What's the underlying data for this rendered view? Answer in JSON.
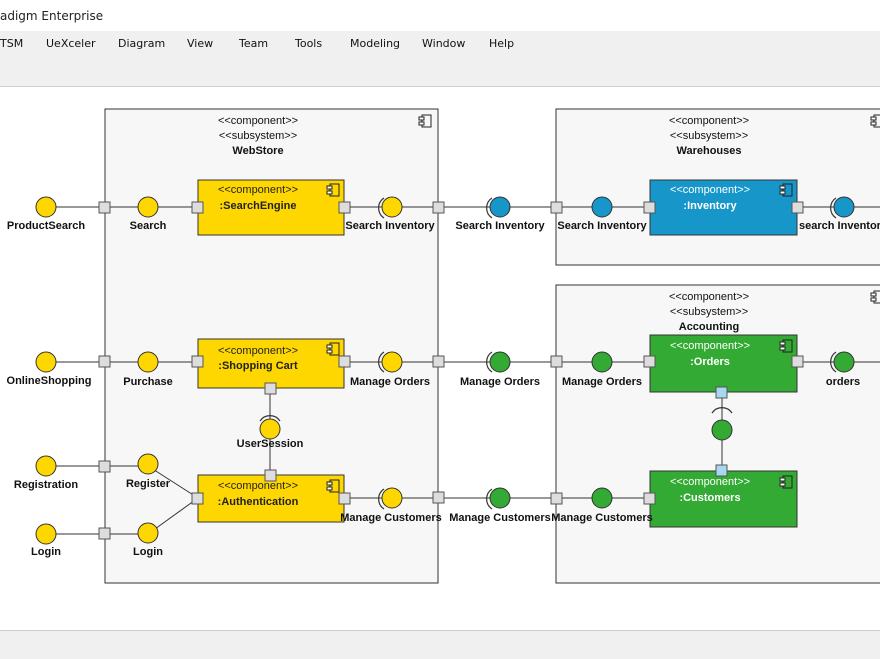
{
  "window": {
    "title": "adigm Enterprise"
  },
  "menu": [
    "TSM",
    "UeXceler",
    "Diagram",
    "View",
    "Team",
    "Tools",
    "Modeling",
    "Window",
    "Help"
  ],
  "stereotypes": {
    "component": "<<component>>",
    "subsystem": "<<subsystem>>"
  },
  "subsystems": {
    "webstore": "WebStore",
    "warehouses": "Warehouses",
    "accounting": "Accounting"
  },
  "components": {
    "search_engine": ":SearchEngine",
    "shopping_cart": ":Shopping Cart",
    "authentication": ":Authentication",
    "inventory": ":Inventory",
    "orders": ":Orders",
    "customers": ":Customers"
  },
  "labels": {
    "product_search": "ProductSearch",
    "search": "Search",
    "online_shopping": "OnlineShopping",
    "purchase": "Purchase",
    "registration": "Registration",
    "register": "Register",
    "login_outer": "Login",
    "login_inner": "Login",
    "user_session": "UserSession",
    "search_inventory_1": "Search Inventory",
    "search_inventory_2": "Search Inventory",
    "search_inventory_3": "Search Inventory",
    "search_inventory_4": "search Inventor",
    "manage_orders_1": "Manage Orders",
    "manage_orders_2": "Manage Orders",
    "manage_orders_3": "Manage Orders",
    "orders_out": "orders",
    "manage_customers_1": "Manage Customers",
    "manage_customers_2": "Manage Customers",
    "manage_customers_3": "Manage Customers"
  },
  "colors": {
    "webstore_component": "#ffd700",
    "inventory_component": "#1797c9",
    "accounting_component": "#33aa33",
    "subsystem_fill": "#f7f7f7",
    "port_fill": "#dddddd",
    "internal_port_fill": "#a8d8ef"
  },
  "icons": [
    "component-icon"
  ]
}
